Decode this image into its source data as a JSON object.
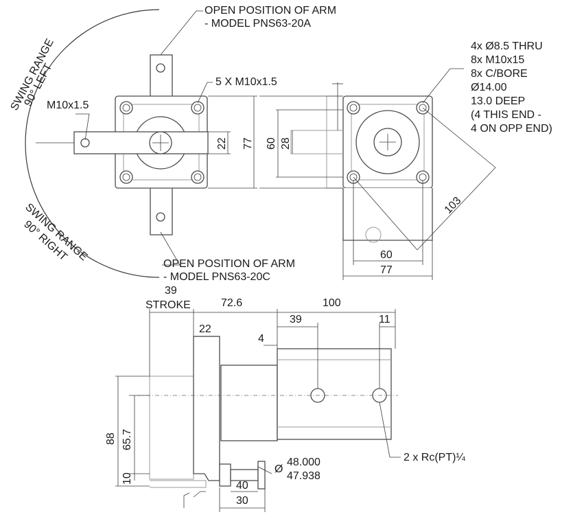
{
  "labels": {
    "open_arm_a_line1": "OPEN POSITION OF ARM",
    "open_arm_a_line2": "- MODEL PNS63-20A",
    "open_arm_c_line1": "OPEN POSITION OF ARM",
    "open_arm_c_line2": "- MODEL PNS63-20C",
    "swing_left_line1": "SWING RANGE",
    "swing_left_line2": "90° LEFT",
    "swing_right_line1": "SWING RANGE",
    "swing_right_line2": "90° RIGHT",
    "arm_thread": "M10x1.5",
    "top_thread": "5 X M10x1.5",
    "holes_note": [
      "4x Ø8.5 THRU",
      "8x M10x15",
      "8x C/BORE",
      "Ø14.00",
      "13.0 DEEP",
      "(4 THIS END -",
      "4 ON OPP END)"
    ],
    "ports_note": "2 x Rc(PT)¼",
    "shaft_dia_top": "48.000",
    "shaft_dia_bottom": "47.938",
    "shaft_dia_symbol": "Ø"
  },
  "dimensions": {
    "d22_front": "22",
    "d77_front": "77",
    "d60_side": "60",
    "d28_side": "28",
    "d103_diag": "103",
    "d60_bottom": "60",
    "d77_bottom": "77",
    "stroke_val": "39",
    "stroke_label": "STROKE",
    "d72_6": "72.6",
    "d100": "100",
    "d22_arm": "22",
    "d39_port": "39",
    "d11_port": "11",
    "d4": "4",
    "d88": "88",
    "d65_7": "65.7",
    "d10": "10",
    "d40": "40",
    "d30": "30"
  }
}
